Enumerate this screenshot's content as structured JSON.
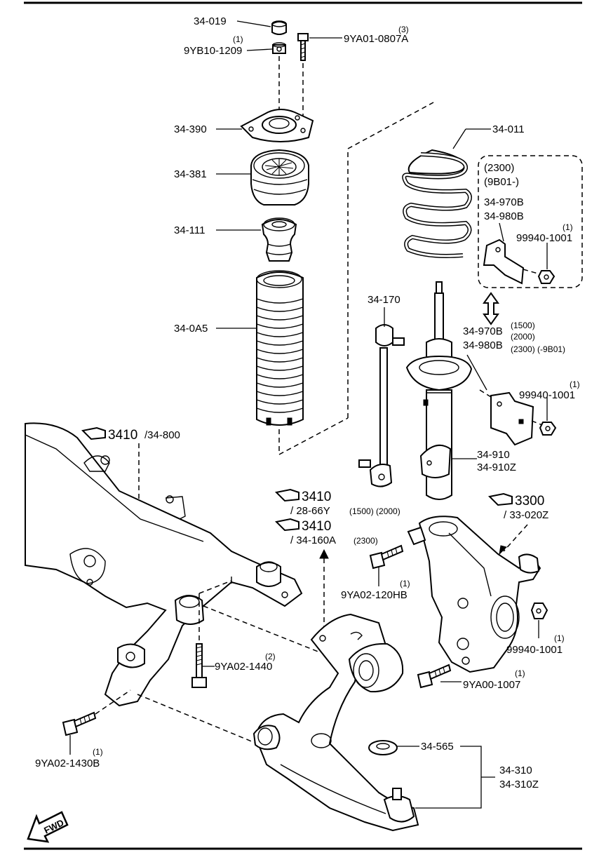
{
  "diagram": {
    "border": "frame-lines",
    "parts": {
      "cap": "34-019",
      "nut_top": "9YB10-1209",
      "nut_top_qty": "(1)",
      "bolt_top": "9YA01-0807A",
      "bolt_top_qty": "(3)",
      "mount": "34-390",
      "bearing": "34-381",
      "bump_stop": "34-111",
      "boot": "34-0A5",
      "spring": "34-011",
      "variant_1": "(2300)",
      "variant_2": "(9B01-)",
      "bracket_a": "34-970B",
      "bracket_b": "34-980B",
      "nut_bracket": "99940-1001",
      "nut_bracket_qty": "(1)",
      "link": "34-170",
      "strut_bracket_a": "34-970B",
      "strut_bracket_a_note": "(1500)",
      "strut_bracket_a_note2": "(2000)",
      "strut_bracket_b": "34-980B",
      "strut_bracket_b_note": "(2300)  (-9B01)",
      "nut_strut": "99940-1001",
      "nut_strut_qty": "(1)",
      "strut_a": "34-910",
      "strut_b": "34-910Z",
      "ref_crossmember_num": "3410",
      "ref_crossmember_code": "/34-800",
      "ref_a_num": "3410",
      "ref_a_code": "/ 28-66Y",
      "ref_a_note": "(1500) (2000)",
      "ref_b_num": "3410",
      "ref_b_code": "/ 34-160A",
      "ref_b_note": "(2300)",
      "ref_knuckle_num": "3300",
      "ref_knuckle_code": "/ 33-020Z",
      "bolt_knuckle": "9YA02-120HB",
      "bolt_knuckle_qty": "(1)",
      "nut_knuckle": "99940-1001",
      "nut_knuckle_qty": "(1)",
      "bolt_knuckle2": "9YA00-1007",
      "bolt_knuckle2_qty": "(1)",
      "bolt_frame": "9YA02-1440",
      "bolt_frame_qty": "(2)",
      "bolt_arm": "9YA02-1430B",
      "bolt_arm_qty": "(1)",
      "washer": "34-565",
      "arm_a": "34-310",
      "arm_b": "34-310Z",
      "fwd": "FWD"
    }
  }
}
